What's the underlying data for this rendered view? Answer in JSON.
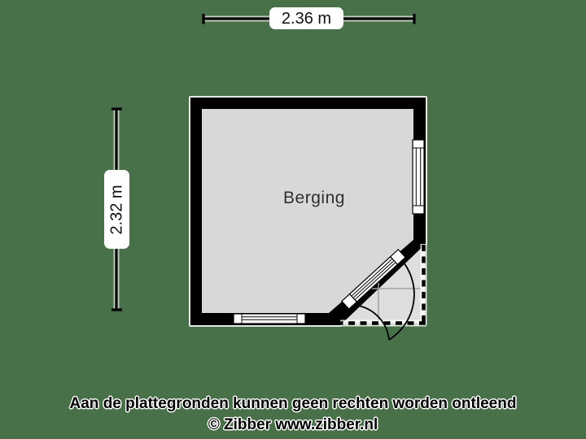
{
  "colors": {
    "background": "#487149",
    "wall": "#000000",
    "floor": "#d8d8d8",
    "outside_area": "#dedede",
    "room_text": "#2f2f2f"
  },
  "dimensions": {
    "width_label": "2.36 m",
    "height_label": "2.32 m"
  },
  "room": {
    "name": "Berging"
  },
  "footer": {
    "disclaimer": "Aan de plattegronden kunnen geen rechten worden ontleend",
    "copyright": "© Zibber www.zibber.nl"
  }
}
